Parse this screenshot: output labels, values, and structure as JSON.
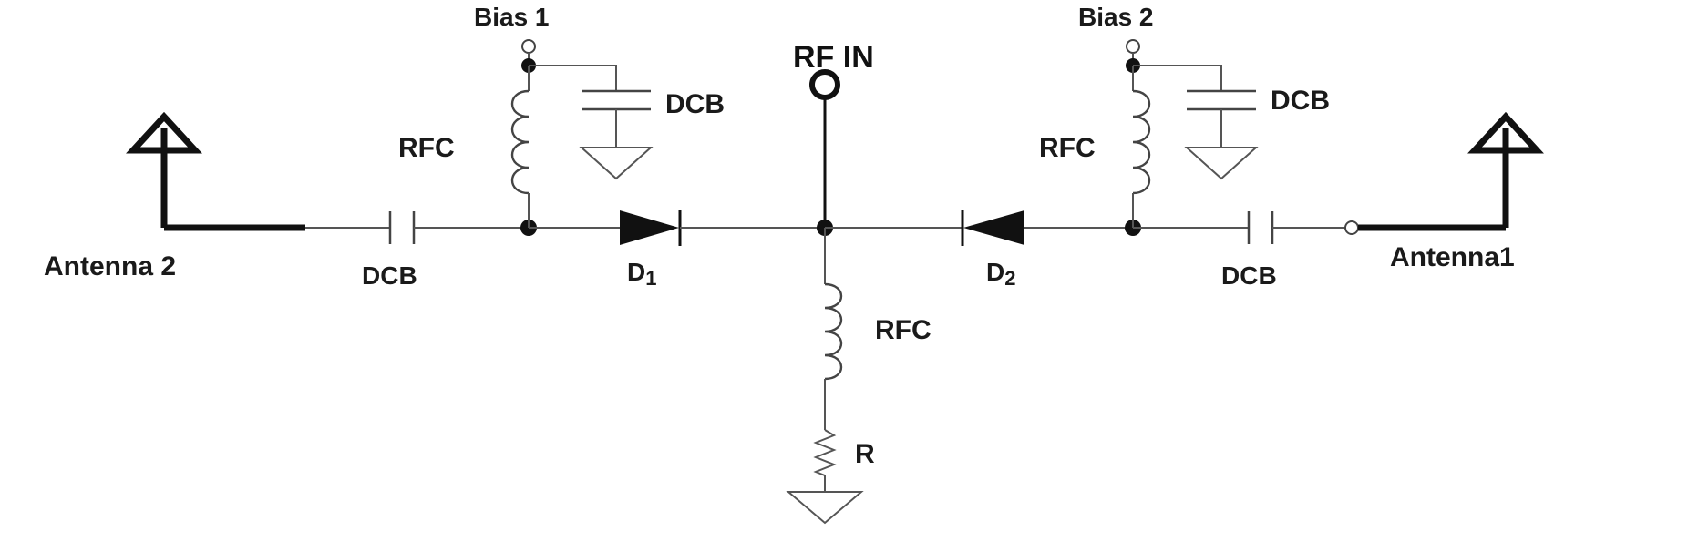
{
  "labels": {
    "bias1": "Bias 1",
    "bias2": "Bias 2",
    "rf_in": "RF IN",
    "antenna1": "Antenna1",
    "antenna2": "Antenna 2",
    "dcb": "DCB",
    "rfc": "RFC",
    "diode_letter": "D",
    "d1_sub": "1",
    "d2_sub": "2",
    "resistor": "R"
  }
}
